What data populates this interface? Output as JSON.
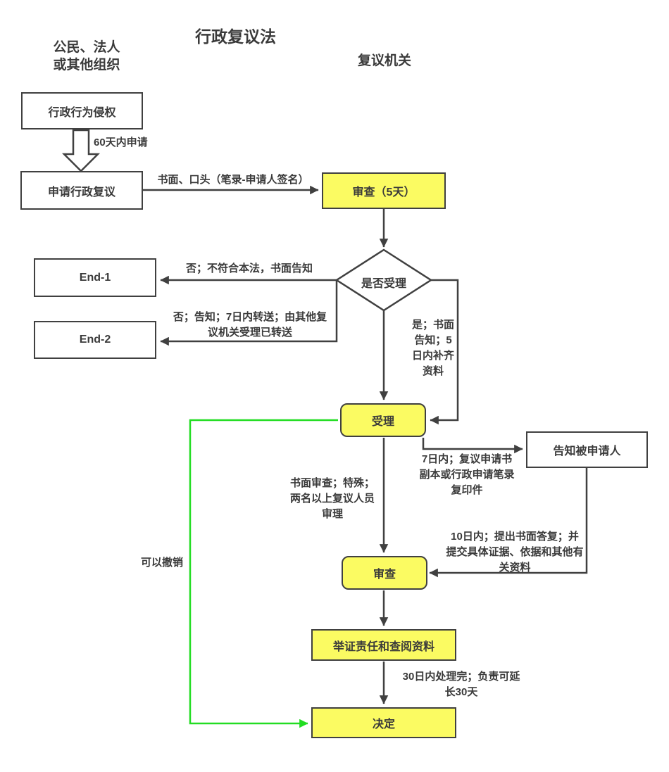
{
  "title": "行政复议法",
  "columns": {
    "left": "公民、法人\n或其他组织",
    "right": "复议机关"
  },
  "colors": {
    "yellow": "#FBFB62",
    "line": "#404040",
    "green": "#22DD22",
    "text": "#3A3A3A"
  },
  "nodes": {
    "infringe": "行政行为侵权",
    "apply": "申请行政复议",
    "review5": "审查（5天）",
    "end1": "End-1",
    "end2": "End-2",
    "accept_q": "是否受理",
    "accept": "受理",
    "notify": "告知被申请人",
    "review": "审查",
    "evidence": "举证责任和查阅资料",
    "decision": "决定"
  },
  "edge_labels": {
    "within60": "60天内申请",
    "written_oral": "书面、口头（笔录-申请人签名）",
    "no_reject": "否；不符合本法，书面告知",
    "no_transfer": "否；告知；7日内转送；由其他复\n议机关受理已转送",
    "yes_supplement": "是；书面\n告知；5\n日内补齐\n资料",
    "within7": "7日内；复议申请书\n副本或行政申请笔录\n复印件",
    "paper_review": "书面审查；特殊；\n两名以上复议人员\n审理",
    "within10": "10日内；提出书面答复；并\n提交具体证据、依据和其他有\n关资料",
    "within30": "30日内处理完；负责可延\n长30天",
    "withdraw": "可以撤销"
  }
}
